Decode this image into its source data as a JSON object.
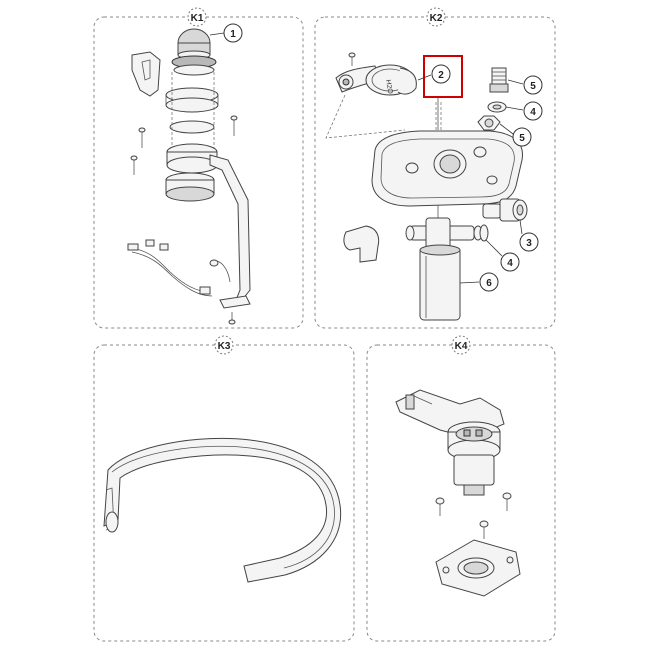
{
  "panels": [
    {
      "id": "K1",
      "label": "K1"
    },
    {
      "id": "K2",
      "label": "K2"
    },
    {
      "id": "K3",
      "label": "K3"
    },
    {
      "id": "K4",
      "label": "K4"
    }
  ],
  "callouts": {
    "k1_1": "1",
    "k2_2": "2",
    "k2_5a": "5",
    "k2_4a": "4",
    "k2_5b": "5",
    "k2_3": "3",
    "k2_4b": "4",
    "k2_6": "6"
  },
  "cap_text": "H2O",
  "highlight_color": "#d10000"
}
